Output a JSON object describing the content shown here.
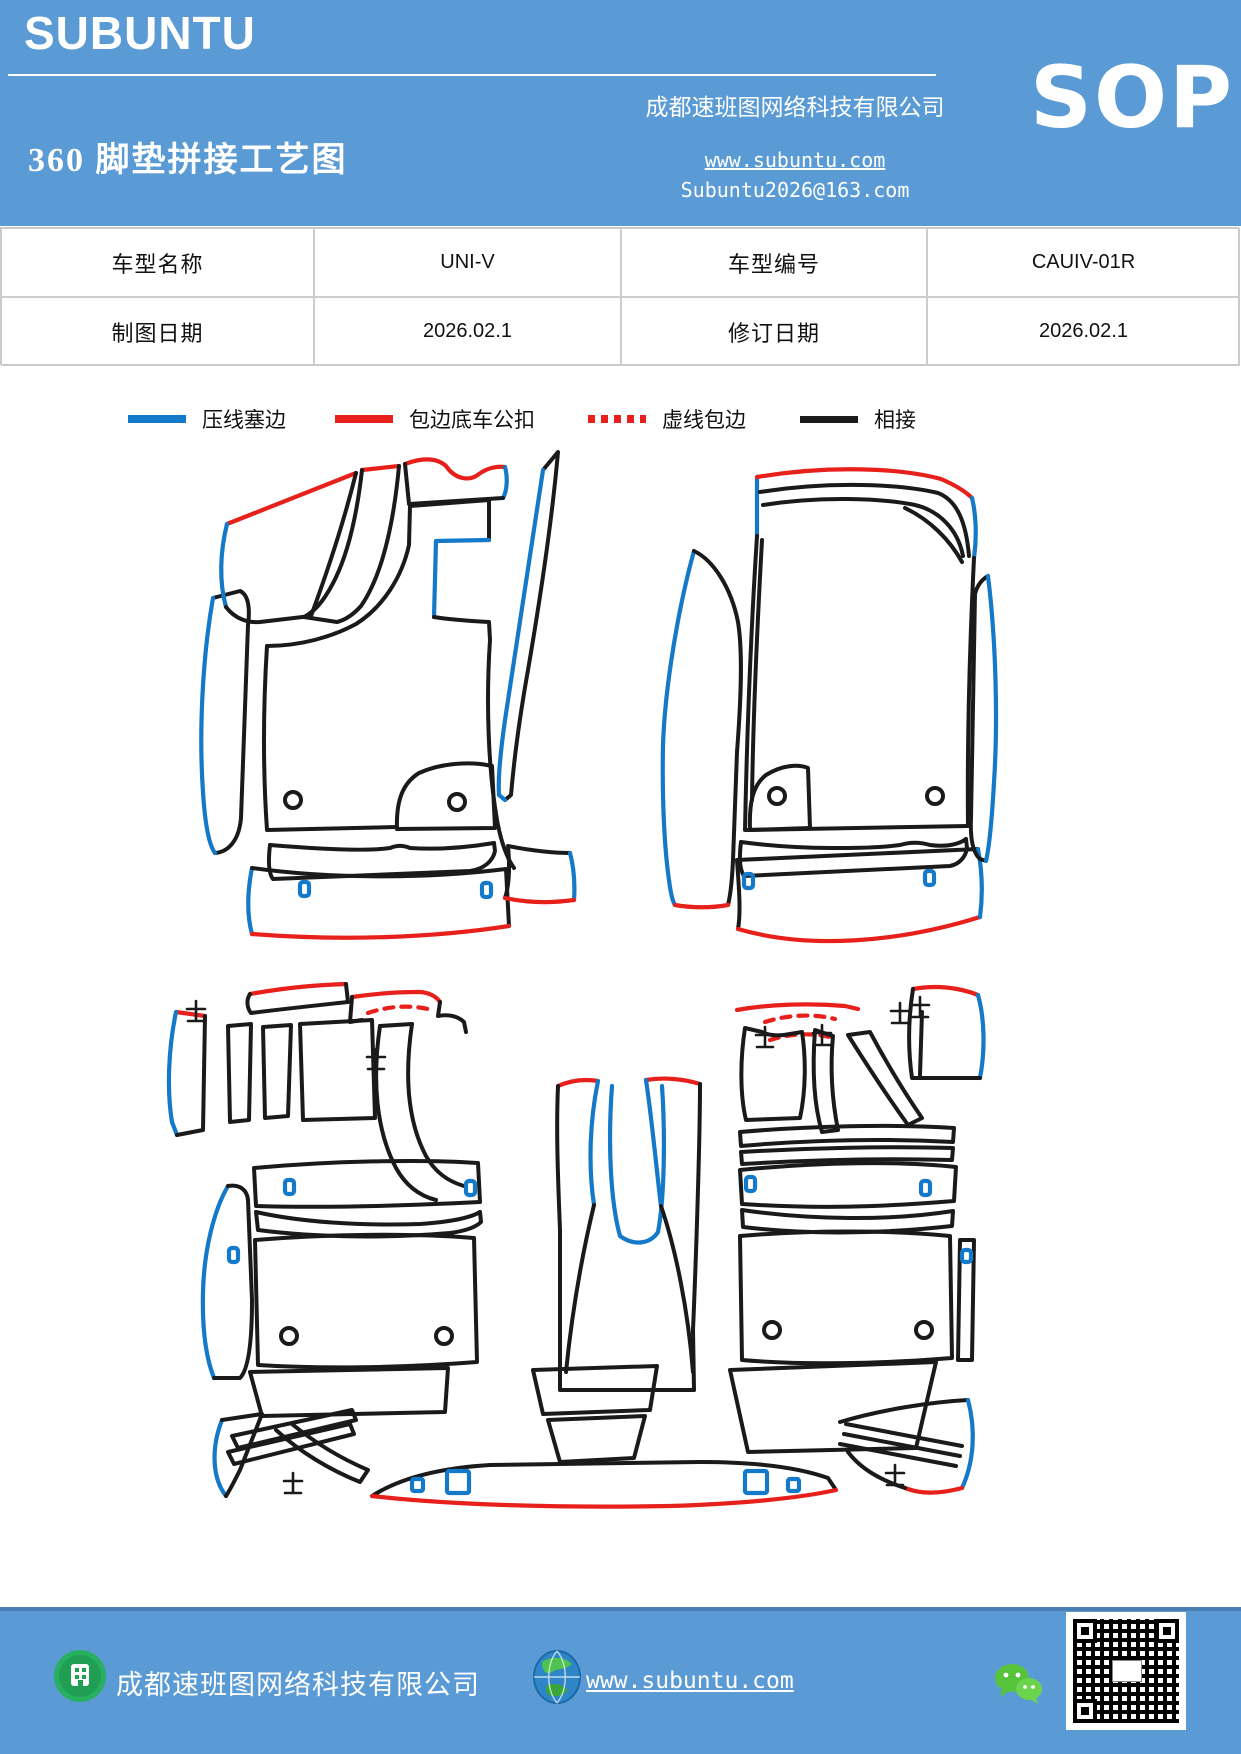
{
  "theme": {
    "accent": "#5B9BD5",
    "accent_dark": "#4A7FB5",
    "blue": "#1479C8",
    "red": "#E8201B",
    "ink": "#1A1A1A"
  },
  "header": {
    "brand": "SUBUNTU",
    "company": "成都速班图网络科技有限公司",
    "badge": "SOP",
    "title": "360 脚垫拼接工艺图",
    "website": "www.subuntu.com",
    "email": "Subuntu2026@163.com"
  },
  "info_table": {
    "rows": [
      [
        "车型名称",
        "UNI-V",
        "车型编号",
        "CAUIV-01R"
      ],
      [
        "制图日期",
        "2026.02.1",
        "修订日期",
        "2026.02.1"
      ]
    ]
  },
  "legend": {
    "items": [
      {
        "label": "压线塞边",
        "color": "#1479C8",
        "style": "solid"
      },
      {
        "label": "包边底车公扣",
        "color": "#E8201B",
        "style": "solid"
      },
      {
        "label": "虚线包边",
        "color": "#E8201B",
        "style": "dashed"
      },
      {
        "label": "相接",
        "color": "#1A1A1A",
        "style": "solid"
      }
    ]
  },
  "footer": {
    "company": "成都速班图网络科技有限公司",
    "website": "www.subuntu.com"
  }
}
